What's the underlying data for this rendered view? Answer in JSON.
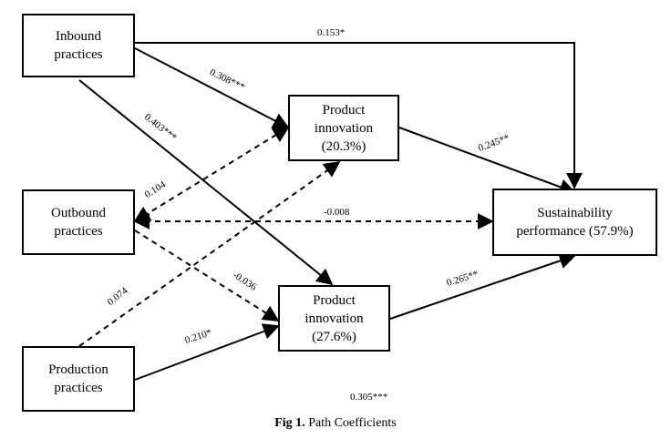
{
  "nodes": {
    "inbound": [
      "Inbound",
      "practices"
    ],
    "outbound": [
      "Outbound",
      "practices"
    ],
    "production": [
      "Production",
      "practices"
    ],
    "product_innovation_1": [
      "Product",
      "innovation",
      "(20.3%)"
    ],
    "product_innovation_2": [
      "Product",
      "innovation",
      "(27.6%)"
    ],
    "sustainability": [
      "Sustainability",
      "performance (57.9%)"
    ]
  },
  "paths": [
    {
      "from": "Inbound practices",
      "to": "Sustainability performance",
      "coefficient": "0.153*",
      "style": "solid"
    },
    {
      "from": "Inbound practices",
      "to": "Product innovation (20.3%)",
      "coefficient": "0.308***",
      "style": "solid"
    },
    {
      "from": "Inbound practices",
      "to": "Product innovation (27.6%)",
      "coefficient": "0.403***",
      "style": "solid"
    },
    {
      "from": "Outbound practices",
      "to": "Product innovation (20.3%)",
      "coefficient": "0.104",
      "style": "dashed"
    },
    {
      "from": "Outbound practices",
      "to": "Sustainability performance",
      "coefficient": "-0.008",
      "style": "dashed"
    },
    {
      "from": "Outbound practices",
      "to": "Product innovation (27.6%)",
      "coefficient": "-0.036",
      "style": "dashed"
    },
    {
      "from": "Production practices",
      "to": "Product innovation (20.3%)",
      "coefficient": "0.074",
      "style": "dashed"
    },
    {
      "from": "Production practices",
      "to": "Product innovation (27.6%)",
      "coefficient": "0.210*",
      "style": "solid"
    },
    {
      "from": "Product innovation (20.3%)",
      "to": "Sustainability performance",
      "coefficient": "0.245**",
      "style": "solid"
    },
    {
      "from": "Product innovation (27.6%)",
      "to": "Sustainability performance",
      "coefficient": "0.265**",
      "style": "solid"
    }
  ],
  "extra_label": "0.305***",
  "caption": {
    "prefix": "Fig 1.",
    "text": " Path Coefficients"
  }
}
